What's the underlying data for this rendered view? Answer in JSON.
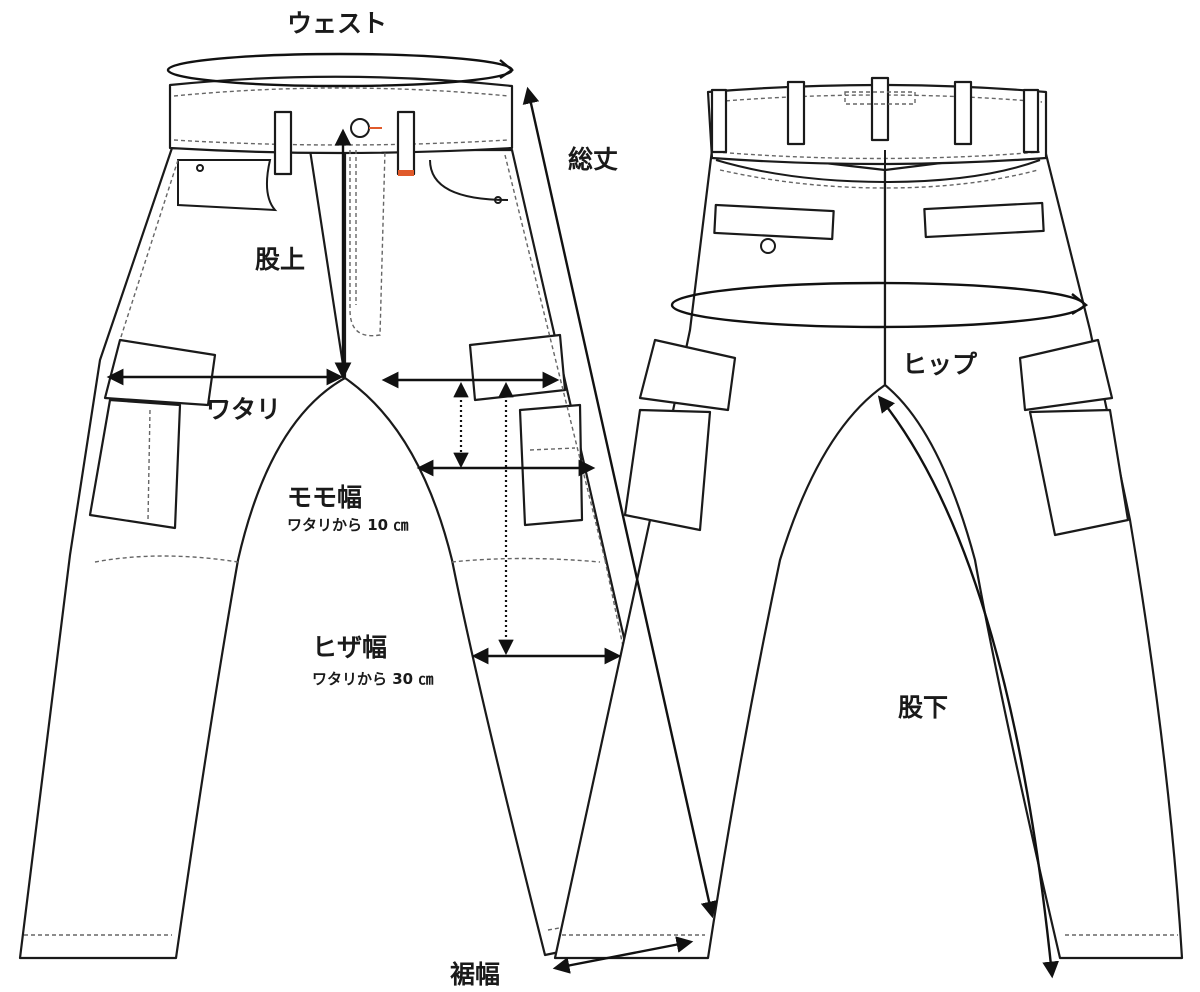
{
  "labels": {
    "waist": "ウェスト",
    "total_length": "総丈",
    "rise": "股上",
    "watari": "ワタリ",
    "thigh": "モモ幅",
    "thigh_note": "ワタリから 10 ㎝",
    "knee": "ヒザ幅",
    "knee_note": "ワタリから 30 ㎝",
    "hem": "裾幅",
    "hip": "ヒップ",
    "inseam": "股下"
  },
  "colors": {
    "line": "#1a1a1a",
    "stitch": "#666666",
    "zipper_pull": "#e05a2b"
  }
}
